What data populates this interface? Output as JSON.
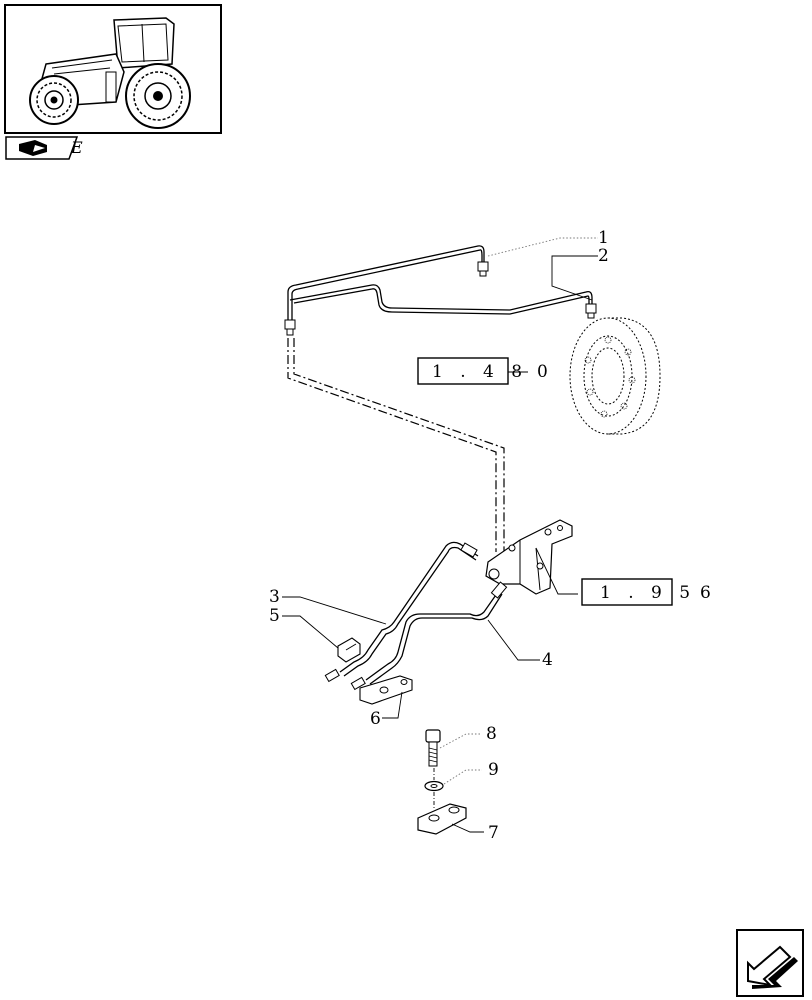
{
  "nav_tab": {
    "letter": "E"
  },
  "references": [
    {
      "id": "ref-1-48",
      "text": "1 . 4 8",
      "suffix": "0"
    },
    {
      "id": "ref-1-95",
      "text": "1 . 9 5",
      "suffix": "6"
    }
  ],
  "callouts": [
    "1",
    "2",
    "3",
    "4",
    "5",
    "6",
    "7",
    "8",
    "9"
  ],
  "icons": {
    "thumbnail": "tractor-thumbnail-icon",
    "nav_tab": "book-tab-icon",
    "next_page": "next-page-arrow-icon"
  }
}
